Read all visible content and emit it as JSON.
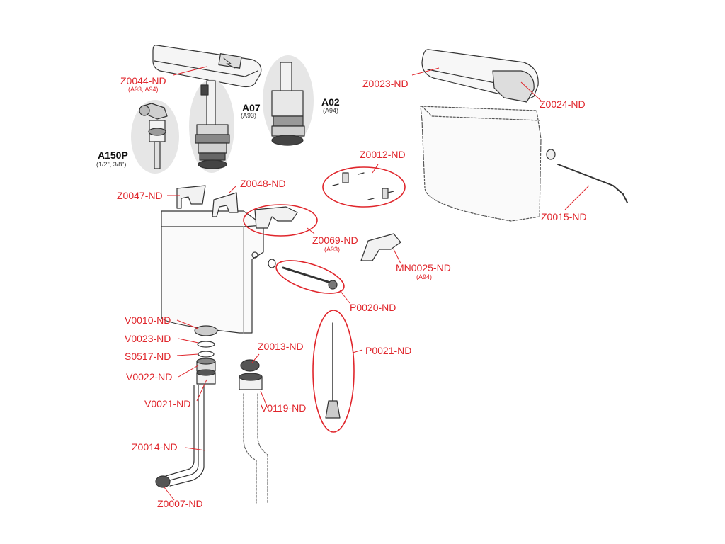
{
  "labels": {
    "z0044": "Z0044-ND",
    "z0044_sub": "(A93, A94)",
    "a07": "A07",
    "a07_sub": "(A93)",
    "a02": "A02",
    "a02_sub": "(A94)",
    "a150p": "A150P",
    "a150p_sub": "(1/2\", 3/8\")",
    "z0023": "Z0023-ND",
    "z0024": "Z0024-ND",
    "z0012": "Z0012-ND",
    "z0015": "Z0015-ND",
    "z0047": "Z0047-ND",
    "z0048": "Z0048-ND",
    "z0069": "Z0069-ND",
    "z0069_sub": "(A93)",
    "mn0025": "MN0025-ND",
    "mn0025_sub": "(A94)",
    "p0020": "P0020-ND",
    "p0021": "P0021-ND",
    "v0010": "V0010-ND",
    "v0023": "V0023-ND",
    "s0517": "S0517-ND",
    "v0022": "V0022-ND",
    "v0021": "V0021-ND",
    "z0013": "Z0013-ND",
    "v0119": "V0119-ND",
    "z0014": "Z0014-ND",
    "z0007": "Z0007-ND"
  },
  "colors": {
    "label": "#e0262c",
    "callout": "#e0262c",
    "line": "#333333",
    "ellipse_fill": "#e6e6e6"
  }
}
